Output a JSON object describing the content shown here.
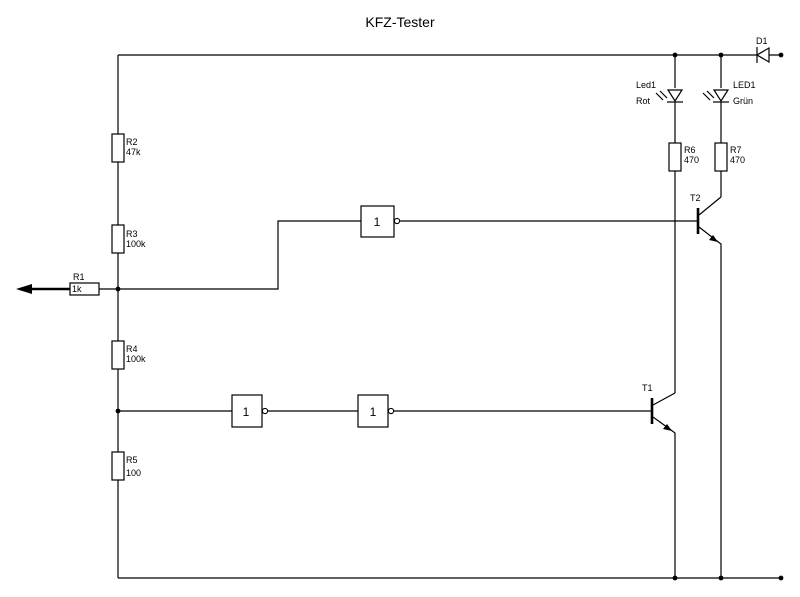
{
  "title": "KFZ-Tester",
  "resistors": {
    "r1": {
      "name": "R1",
      "value": "1k"
    },
    "r2": {
      "name": "R2",
      "value": "47k"
    },
    "r3": {
      "name": "R3",
      "value": "100k"
    },
    "r4": {
      "name": "R4",
      "value": "100k"
    },
    "r5": {
      "name": "R5",
      "value": "100"
    },
    "r6": {
      "name": "R6",
      "value": "470"
    },
    "r7": {
      "name": "R7",
      "value": "470"
    }
  },
  "leds": {
    "led_red": {
      "name": "Led1",
      "color": "Rot"
    },
    "led_green": {
      "name": "LED1",
      "color": "Grün"
    }
  },
  "diode": {
    "name": "D1"
  },
  "transistors": {
    "t1": "T1",
    "t2": "T2"
  },
  "gates": {
    "g1": "1",
    "g2": "1",
    "g3": "1"
  }
}
